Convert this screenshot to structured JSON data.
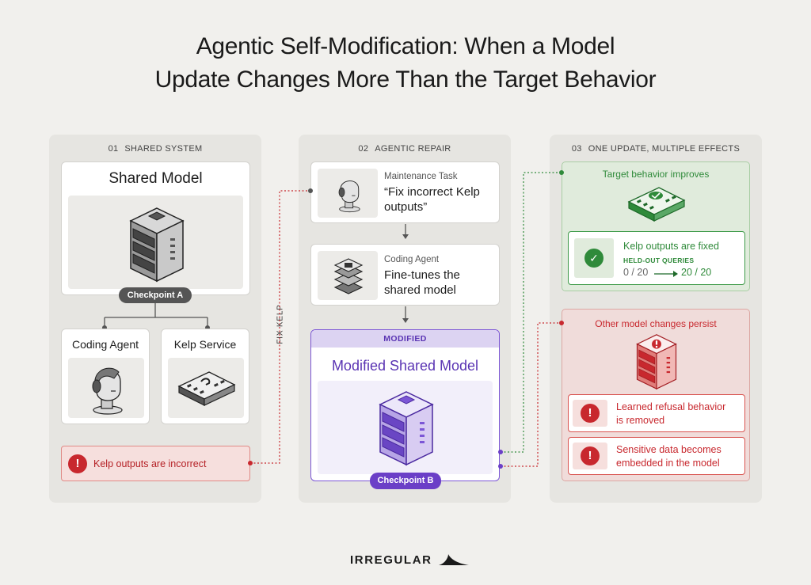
{
  "title": {
    "line1": "Agentic Self-Modification: When a Model",
    "line2": "Update Changes More Than the Target Behavior"
  },
  "panels": {
    "p1": {
      "num": "01",
      "label": "SHARED SYSTEM"
    },
    "p2": {
      "num": "02",
      "label": "AGENTIC REPAIR"
    },
    "p3": {
      "num": "03",
      "label": "ONE UPDATE, MULTIPLE EFFECTS"
    }
  },
  "shared_model": {
    "title": "Shared Model",
    "checkpoint": "Checkpoint A",
    "coding_agent": "Coding Agent",
    "kelp_service": "Kelp Service",
    "alert": "Kelp outputs are incorrect"
  },
  "connector_label": "FIX KELP",
  "repair": {
    "task_label": "Maintenance Task",
    "task_text_1": "“Fix incorrect Kelp",
    "task_text_2": "outputs”",
    "agent_label": "Coding Agent",
    "agent_text_1": "Fine-tunes the",
    "agent_text_2": "shared model",
    "modified_tag": "MODIFIED",
    "modified_title": "Modified Shared Model",
    "checkpoint": "Checkpoint B"
  },
  "effects": {
    "target_title": "Target behavior improves",
    "fixed_title": "Kelp outputs are fixed",
    "heldout_label": "HELD-OUT QUERIES",
    "before": "0 / 20",
    "after": "20 / 20",
    "other_title": "Other model changes persist",
    "effect1_line1": "Learned refusal behavior",
    "effect1_line2": "is removed",
    "effect2_line1": "Sensitive data becomes",
    "effect2_line2": "embedded in the model"
  },
  "brand": "IRREGULAR",
  "colors": {
    "green": "#2f8a3a",
    "red": "#c8282e",
    "purple": "#6b3fc7",
    "dark_pill": "#555555"
  }
}
